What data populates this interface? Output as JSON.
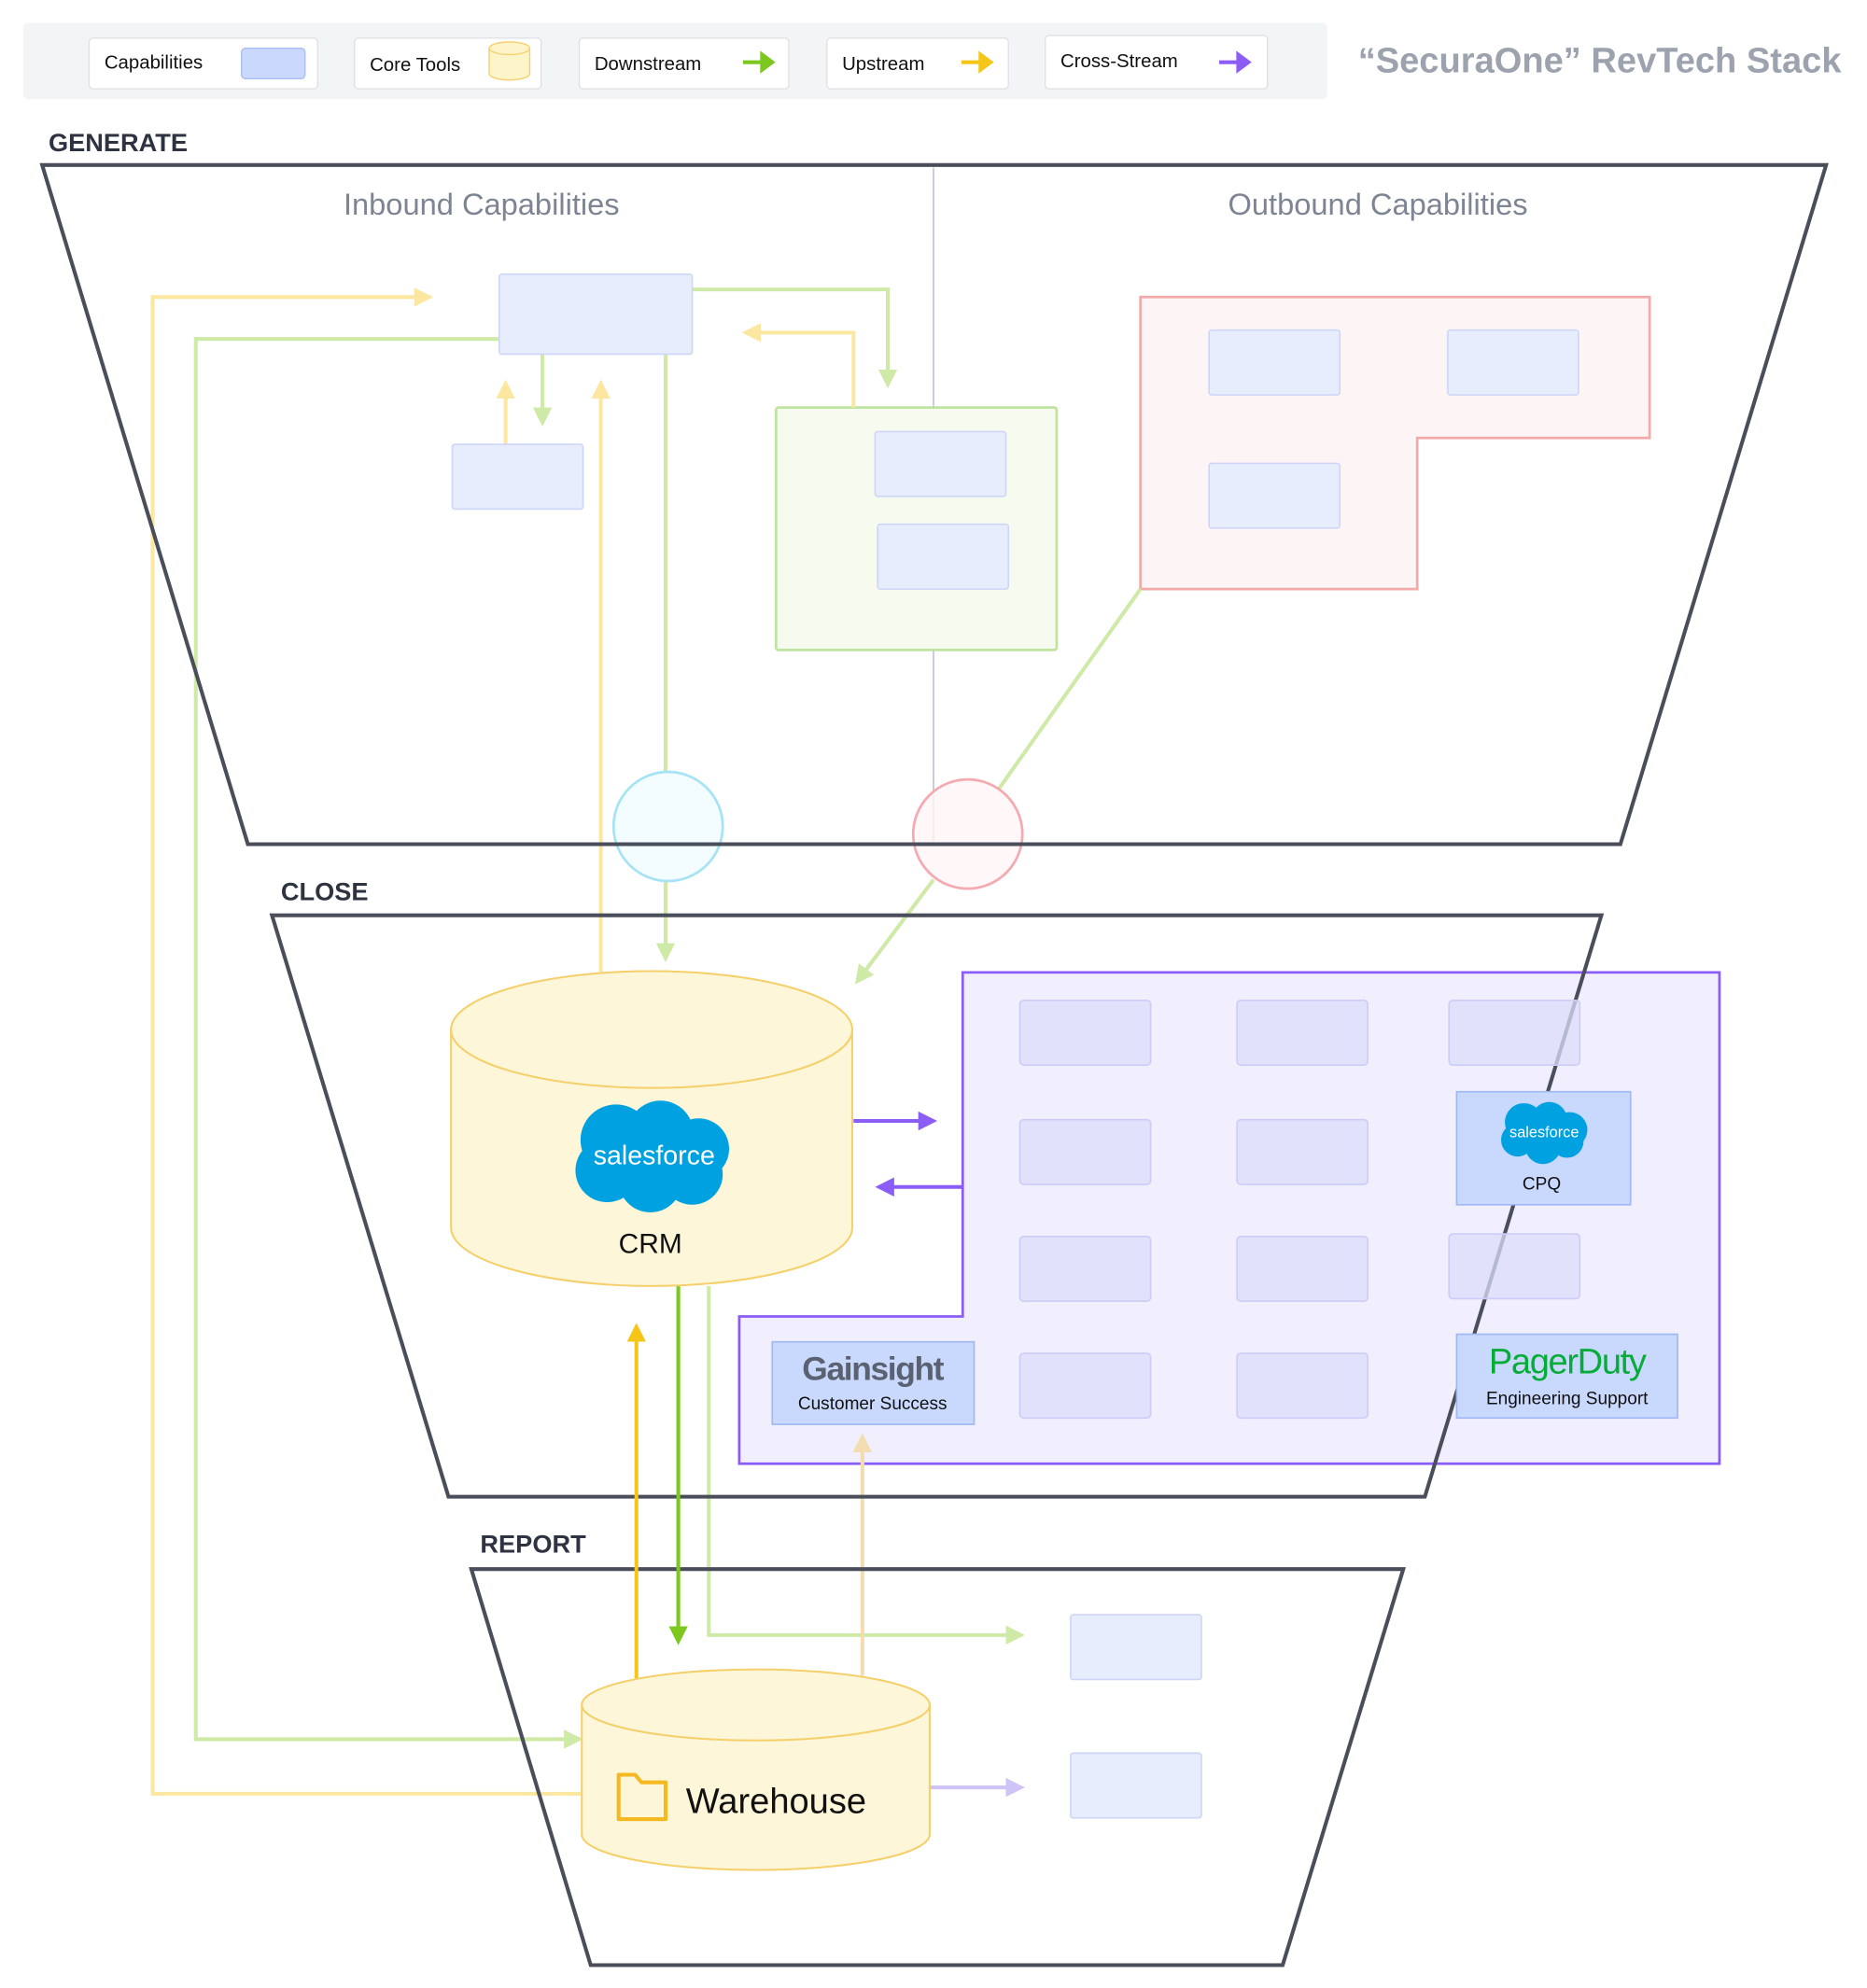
{
  "title": "“SecuraOne” RevTech Stack",
  "legend": [
    {
      "label": "Capabilities",
      "icon": "capability-swatch"
    },
    {
      "label": "Core Tools",
      "icon": "cylinder-icon"
    },
    {
      "label": "Downstream",
      "icon": "arrow-right-icon",
      "color": "#7cc81e"
    },
    {
      "label": "Upstream",
      "icon": "arrow-right-icon",
      "color": "#f5c518"
    },
    {
      "label": "Cross-Stream",
      "icon": "arrow-right-icon",
      "color": "#8b5cf6"
    }
  ],
  "stages": {
    "generate": {
      "label": "GENERATE",
      "inbound": "Inbound Capabilities",
      "outbound": "Outbound Capabilities"
    },
    "close": {
      "label": "CLOSE"
    },
    "report": {
      "label": "REPORT"
    }
  },
  "tools": {
    "crm": {
      "logo": "salesforce",
      "label": "CRM"
    },
    "warehouse": {
      "label": "Warehouse",
      "icon": "folder-icon"
    },
    "cpq": {
      "logo": "salesforce",
      "label": "CPQ"
    },
    "gainsight": {
      "logo": "Gainsight",
      "label": "Customer Success"
    },
    "pagerduty": {
      "logo": "PagerDuty",
      "label": "Engineering Support"
    }
  },
  "colors": {
    "capability": "#e8edfd",
    "core_tool": "#fdf6d8",
    "downstream": "#7cc81e",
    "upstream": "#f5c518",
    "cross_stream": "#8b5cf6",
    "salesforce": "#00a1e0",
    "pagerduty": "#06ac38"
  }
}
